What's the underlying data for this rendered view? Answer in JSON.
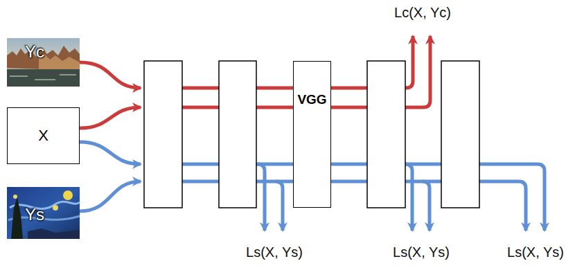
{
  "diagram": {
    "nodes": [
      {
        "text": [
          "Yc"
        ]
      },
      {
        "text": [
          "X"
        ]
      },
      {
        "text": [
          "Ys"
        ]
      },
      {
        "text": [
          "VGG"
        ]
      }
    ],
    "labels": [
      "Lc(X, Yc)",
      "Ls(X, Ys)",
      "Ls(X, Ys)",
      "Ls(X, Ys)"
    ]
  }
}
